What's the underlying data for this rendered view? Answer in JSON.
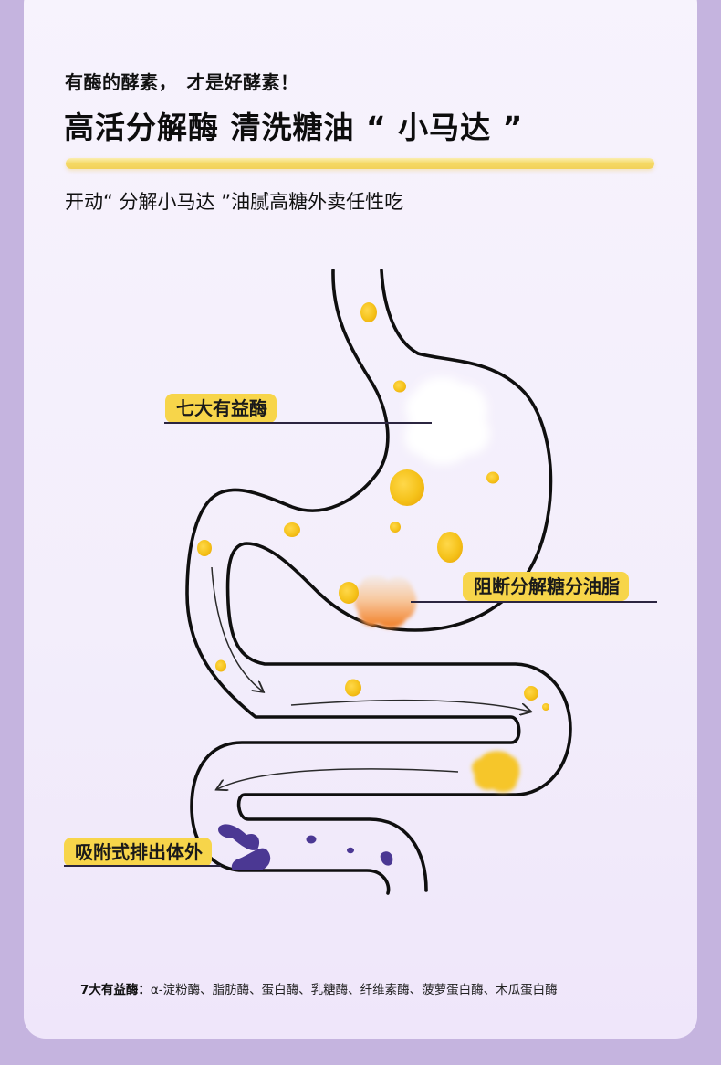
{
  "header": {
    "eyebrow": "有酶的酵素，　才是好酵素！",
    "headline": "高活分解酶 清洗糖油 “ 小马达 ”",
    "subline": "开动“ 分解小马达 ”油腻高糖外卖任性吃"
  },
  "diagram": {
    "labels": {
      "enzymes": "七大有益酶",
      "block": "阻断分解糖分油脂",
      "excrete": "吸附式排出体外"
    },
    "colors": {
      "outline": "#0f0f0f",
      "fat_droplet": "#f5c21a",
      "label_bg": "#f7d54a",
      "waste": "#4b3893",
      "background": "#c5b4df",
      "card": "#f5f0fc"
    }
  },
  "footnote": {
    "label": "7大有益酶：",
    "text": "α-淀粉酶、脂肪酶、蛋白酶、乳糖酶、纤维素酶、菠萝蛋白酶、木瓜蛋白酶"
  }
}
